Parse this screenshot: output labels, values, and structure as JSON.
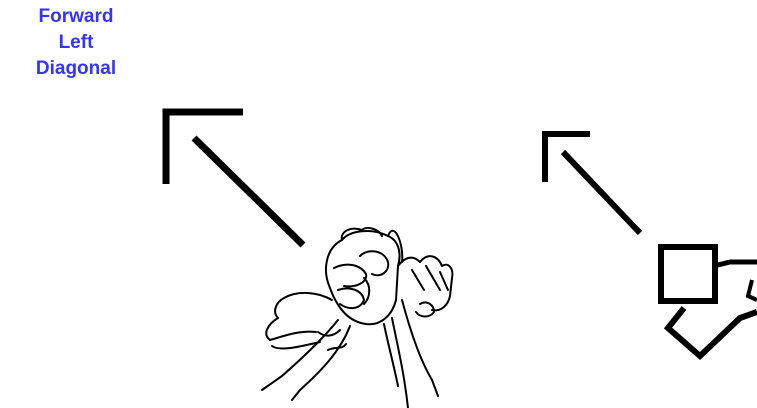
{
  "title": {
    "line1": "Forward",
    "line2": "Left",
    "line3": "Diagonal",
    "color": "#3333ff"
  },
  "colors": {
    "stroke": "#000000",
    "background": "#ffffff"
  },
  "illustrations": {
    "hands": "hand-drawing",
    "symbol": "signwriting-movement-symbol"
  }
}
